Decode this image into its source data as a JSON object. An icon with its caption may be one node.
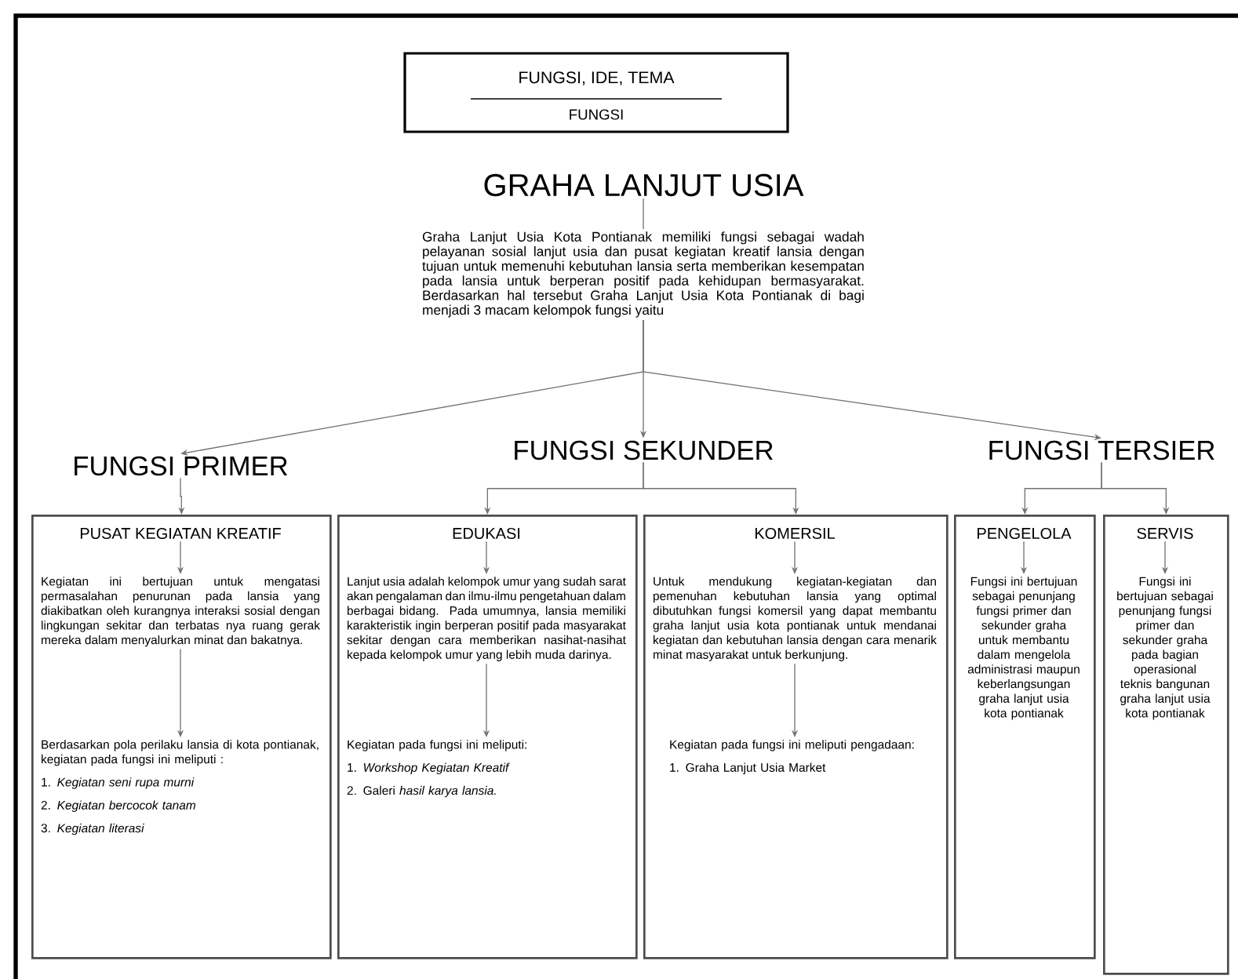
{
  "diagram": {
    "nodes": [
      {
        "text": [
          "FUNGSI, IDE, TEMA",
          "FUNGSI"
        ]
      },
      {
        "text": [
          "GRAHA LANJUT USIA"
        ]
      },
      {
        "text": [
          "Graha Lanjut Usia Kota Pontianak memiliki fungsi sebagai wadah pelayanan sosial lanjut usia dan pusat kegiatan kreatif lansia dengan tujuan untuk memenuhi kebutuhan lansia serta memberikan kesempatan pada lansia untuk berperan positif pada kehidupan bermasyarakat. Berdasarkan hal tersebut Graha Lanjut Usia Kota Pontianak di bagi menjadi 3 macam kelompok fungsi yaitu"
        ]
      },
      {
        "text": [
          "FUNGSI PRIMER"
        ]
      },
      {
        "text": [
          "FUNGSI SEKUNDER"
        ]
      },
      {
        "text": [
          "FUNGSI TERSIER"
        ]
      },
      {
        "text": [],
        "shape": "box"
      },
      {
        "text": [
          "PUSAT KEGIATAN KREATIF"
        ],
        "in": 6
      },
      {
        "text": [
          "Kegiatan ini bertujuan untuk mengatasi permasalahan penurunan pada lansia yang diakibatkan oleh kurangnya interaksi sosial dengan lingkungan sekitar dan terbatas nya ruang gerak mereka dalam menyalurkan minat dan bakatnya."
        ],
        "in": 6
      },
      {
        "text": [
          "Berdasarkan pola perilaku lansia di kota pontianak, kegiatan pada fungsi ini meliputi :",
          "1. *Kegiatan seni rupa murni*",
          "2. *Kegiatan bercocok tanam*",
          "3. *Kegiatan literasi*"
        ],
        "in": 6
      },
      {
        "text": [],
        "shape": "box"
      },
      {
        "text": [
          "EDUKASI"
        ],
        "in": 10
      },
      {
        "text": [
          "Lanjut usia adalah kelompok umur yang sudah sarat akan pengalaman dan ilmu-ilmu pengetahuan dalam berbagai bidang. Pada umumnya, lansia memiliki karakteristik ingin berperan positif pada masyarakat sekitar dengan cara memberikan nasihat-nasihat kepada kelompok umur yang lebih muda darinya."
        ],
        "in": 10
      },
      {
        "text": [
          "Kegiatan pada fungsi ini meliputi:",
          "1. *Workshop Kegiatan Kreatif*",
          "2. Galeri *hasil karya lansia.*"
        ],
        "in": 10
      },
      {
        "text": [],
        "shape": "box"
      },
      {
        "text": [
          "KOMERSIL"
        ],
        "in": 14
      },
      {
        "text": [
          "Untuk mendukung kegiatan-kegiatan dan pemenuhan kebutuhan lansia yang optimal dibutuhkan fungsi komersil yang dapat membantu graha lanjut usia kota pontianak untuk mendanai kegiatan dan kebutuhan lansia dengan cara menarik minat masyarakat untuk berkunjung."
        ],
        "in": 14
      },
      {
        "text": [
          "Kegiatan pada fungsi ini meliputi pengadaan:",
          "1. Graha Lanjut Usia Market"
        ],
        "in": 14
      },
      {
        "text": [],
        "shape": "box"
      },
      {
        "text": [
          "PENGELOLA"
        ],
        "in": 18
      },
      {
        "text": [
          "Fungsi ini bertujuan sebagai penunjang fungsi primer dan sekunder graha untuk membantu dalam mengelola administrasi maupun keberlangsungan graha lanjut usia kota pontianak"
        ],
        "in": 18
      },
      {
        "text": [],
        "shape": "box"
      },
      {
        "text": [
          "SERVIS"
        ],
        "in": 21
      },
      {
        "text": [
          "Fungsi ini bertujuan sebagai penunjang fungsi primer dan sekunder graha pada bagian operasional teknis bangunan graha lanjut usia kota pontianak"
        ],
        "in": 21
      }
    ],
    "edges": [
      {
        "from": 1,
        "to": 2,
        "arrow": "none"
      },
      {
        "from": 2,
        "to": 3,
        "arrow": "to"
      },
      {
        "from": 2,
        "to": 4,
        "arrow": "to"
      },
      {
        "from": 2,
        "to": 5,
        "arrow": "to"
      },
      {
        "from": 3,
        "to": 6,
        "arrow": "to"
      },
      {
        "from": 4,
        "to": 10,
        "arrow": "to"
      },
      {
        "from": 4,
        "to": 14,
        "arrow": "to"
      },
      {
        "from": 5,
        "to": 18,
        "arrow": "to"
      },
      {
        "from": 5,
        "to": 21,
        "arrow": "to"
      },
      {
        "from": 7,
        "to": 8,
        "arrow": "to"
      },
      {
        "from": 8,
        "to": 9,
        "arrow": "to"
      },
      {
        "from": 11,
        "to": 12,
        "arrow": "to"
      },
      {
        "from": 12,
        "to": 13,
        "arrow": "to"
      },
      {
        "from": 15,
        "to": 16,
        "arrow": "to"
      },
      {
        "from": 16,
        "to": 17,
        "arrow": "to"
      },
      {
        "from": 19,
        "to": 20,
        "arrow": "to"
      },
      {
        "from": 22,
        "to": 23,
        "arrow": "to"
      }
    ]
  }
}
